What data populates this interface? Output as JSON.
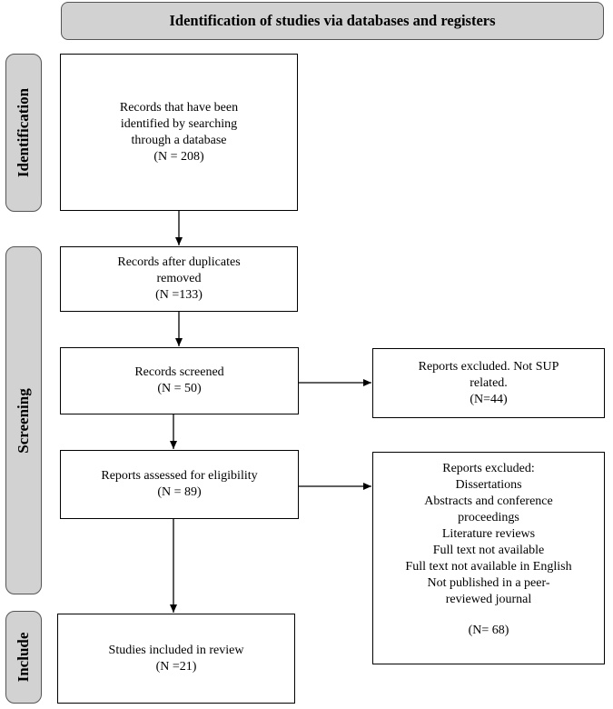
{
  "header": {
    "title": "Identification of studies via databases and registers"
  },
  "stages": {
    "identification": "Identification",
    "screening": "Screening",
    "include": "Include"
  },
  "boxes": {
    "records_identified": {
      "lines": [
        "Records that have been",
        "identified by searching",
        "through a database",
        "(N = 208)"
      ]
    },
    "duplicates_removed": {
      "lines": [
        "Records after duplicates",
        "removed",
        "(N =133)"
      ]
    },
    "records_screened": {
      "lines": [
        "Records screened",
        "(N = 50)"
      ]
    },
    "excluded_not_sup": {
      "lines": [
        "Reports excluded. Not SUP",
        "related.",
        "(N=44)"
      ]
    },
    "assessed_eligibility": {
      "lines": [
        "Reports assessed for eligibility",
        "(N = 89)"
      ]
    },
    "excluded_reasons": {
      "lines": [
        "Reports excluded:",
        "Dissertations",
        "Abstracts and conference",
        "proceedings",
        "Literature reviews",
        "Full text not available",
        "Full text not available in English",
        "Not published in a peer-",
        "reviewed journal"
      ],
      "count": "(N= 68)"
    },
    "included": {
      "lines": [
        "Studies included in review",
        "(N =21)"
      ]
    }
  }
}
